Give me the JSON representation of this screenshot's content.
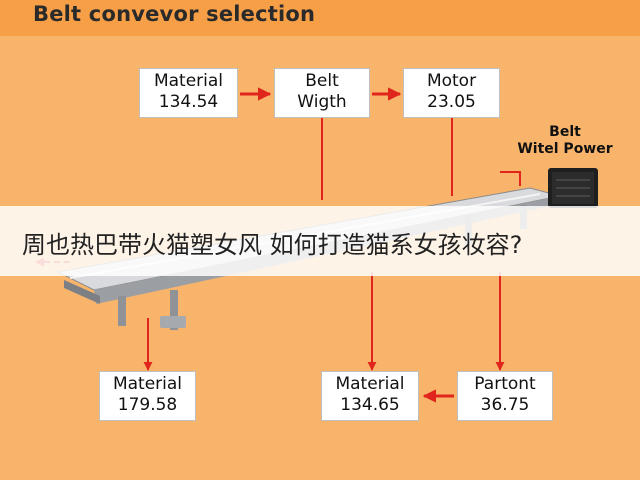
{
  "header": {
    "title": "Belt convevor selection"
  },
  "boxes": {
    "material_top": {
      "label": "Material",
      "value": "134.54"
    },
    "belt_width": {
      "label": "Belt",
      "value": "Wigth"
    },
    "motor": {
      "label": "Motor",
      "value": "23.05"
    },
    "material_bottom_left": {
      "label": "Material",
      "value": "179.58"
    },
    "material_bottom_mid": {
      "label": "Material",
      "value": "134.65"
    },
    "partont": {
      "label": "Partont",
      "value": "36.75"
    }
  },
  "power_label": {
    "line1": "Belt",
    "line2": "Witel Power"
  },
  "banner": {
    "text": "周也热巴带火猫塑女风 如何打造猫系女孩妆容?"
  },
  "colors": {
    "background": "#f9b46c",
    "header": "#f79f47",
    "arrow": "#e0251c",
    "box": "#ffffff"
  }
}
